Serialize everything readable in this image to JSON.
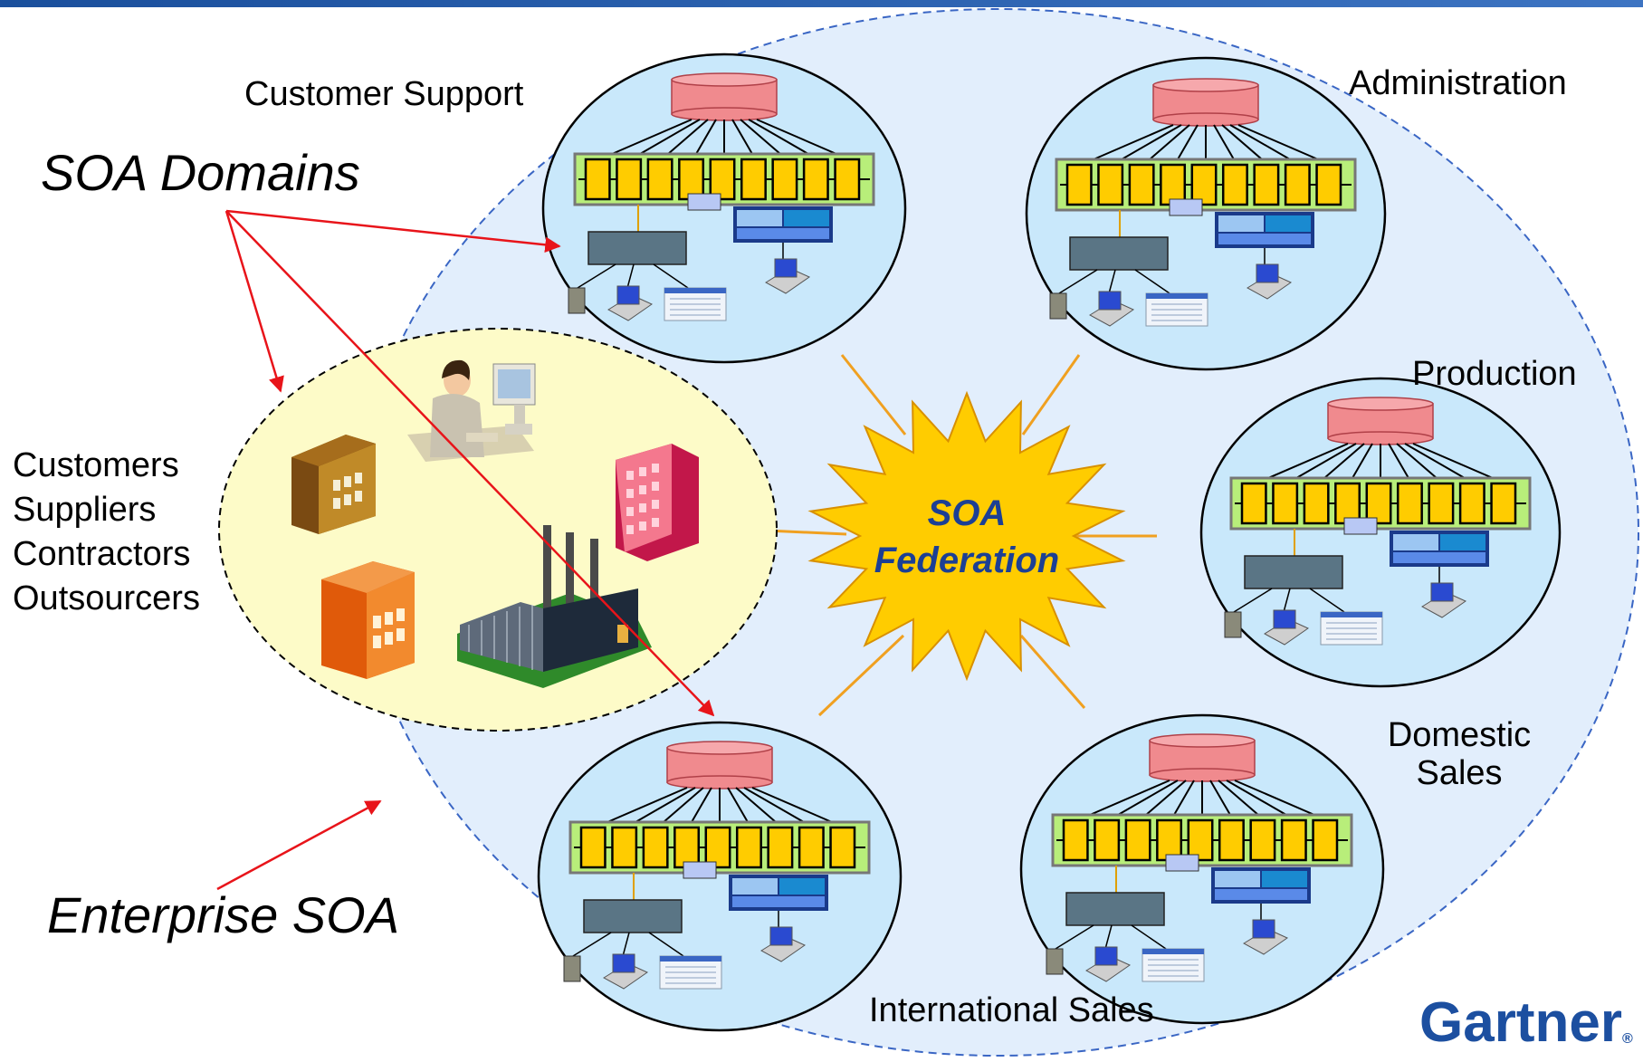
{
  "labels": {
    "soa_domains": "SOA Domains",
    "enterprise_soa": "Enterprise SOA",
    "soa_federation_line1": "SOA",
    "soa_federation_line2": "Federation",
    "external_parties": [
      "Customers",
      "Suppliers",
      "Contractors",
      "Outsourcers"
    ]
  },
  "domains": [
    {
      "id": "customer-support",
      "lines": [
        "Customer Support"
      ]
    },
    {
      "id": "administration",
      "lines": [
        "Administration"
      ]
    },
    {
      "id": "production",
      "lines": [
        "Production"
      ]
    },
    {
      "id": "domestic-sales",
      "lines": [
        "Domestic",
        "Sales"
      ]
    },
    {
      "id": "international-sales",
      "lines": [
        "International Sales"
      ]
    }
  ],
  "logo": {
    "text": "Gartner",
    "mark": "®"
  },
  "colors": {
    "enterprise_fill": "#e2eefc",
    "enterprise_stroke": "#3a66c4",
    "domain_fill": "#c9e8fb",
    "external_fill": "#fdfbc8",
    "starburst": "#ffcc00",
    "federation_text": "#1c3f94",
    "arrow": "#e8141a",
    "connector": "#f0a020",
    "database": "#f08a8e",
    "bus": "#b8ee7a",
    "service_block": "#ffcc00",
    "logo": "#1c4fa0"
  }
}
